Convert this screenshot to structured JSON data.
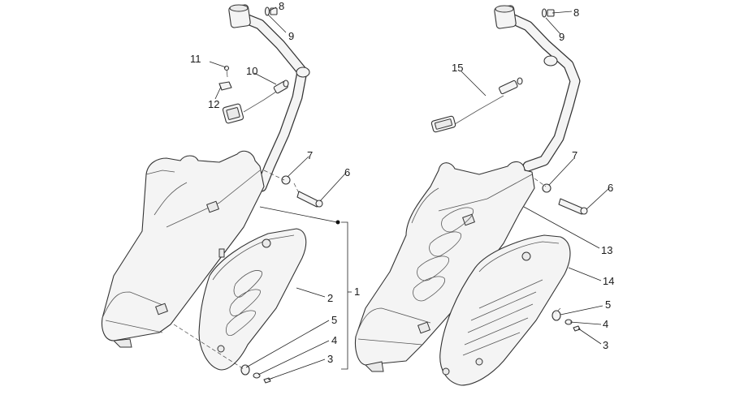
{
  "left_assembly": {
    "labels": {
      "l1": "1",
      "l2": "2",
      "l3": "3",
      "l4": "4",
      "l5": "5",
      "l6": "6",
      "l7": "7",
      "l8": "8",
      "l9": "9",
      "l10": "10",
      "l11": "11",
      "l12": "12"
    }
  },
  "right_assembly": {
    "labels": {
      "l3": "3",
      "l4": "4",
      "l5": "5",
      "l6": "6",
      "l7": "7",
      "l8": "8",
      "l9": "9",
      "l13": "13",
      "l14": "14",
      "l15": "15"
    }
  }
}
